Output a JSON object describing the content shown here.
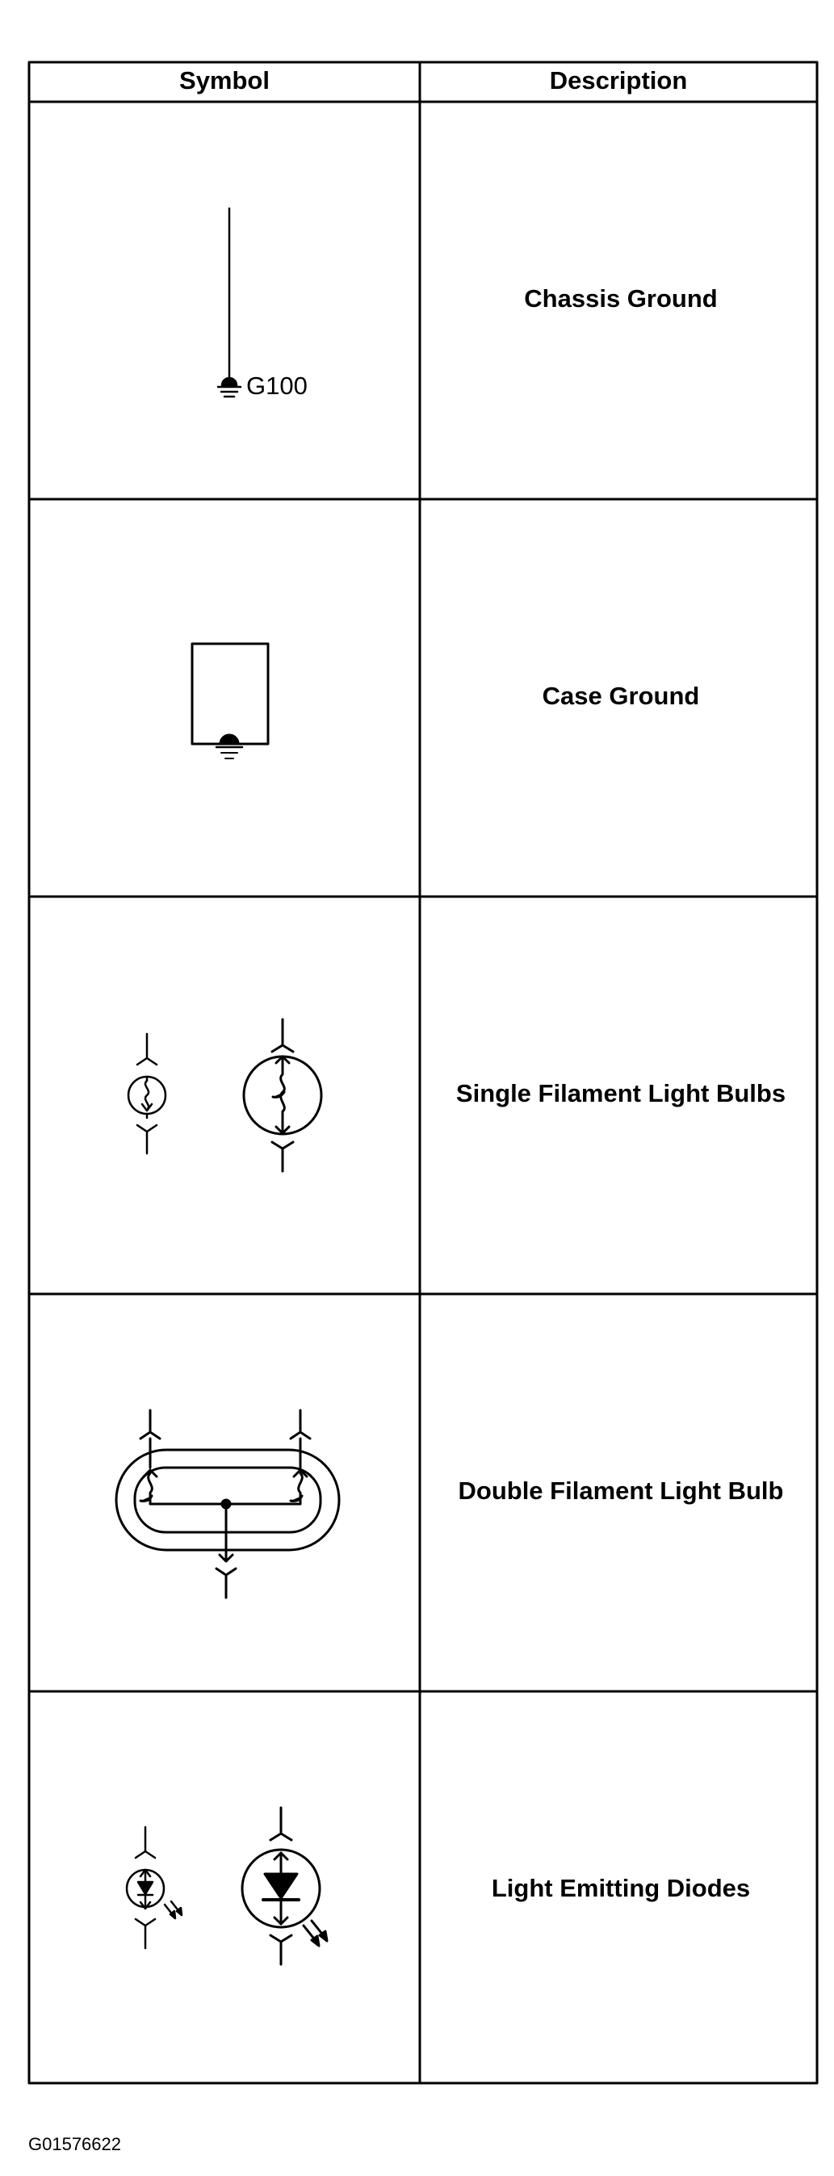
{
  "table": {
    "header": {
      "symbol": "Symbol",
      "description": "Description"
    },
    "rows": [
      {
        "description": "Chassis Ground",
        "symbol_label": "G100"
      },
      {
        "description": "Case Ground"
      },
      {
        "description": "Single Filament Light Bulbs"
      },
      {
        "description": "Double Filament Light Bulb"
      },
      {
        "description": "Light Emitting Diodes"
      }
    ]
  },
  "figure_id": "G01576622",
  "colors": {
    "ink": "#000000",
    "background": "#ffffff"
  }
}
